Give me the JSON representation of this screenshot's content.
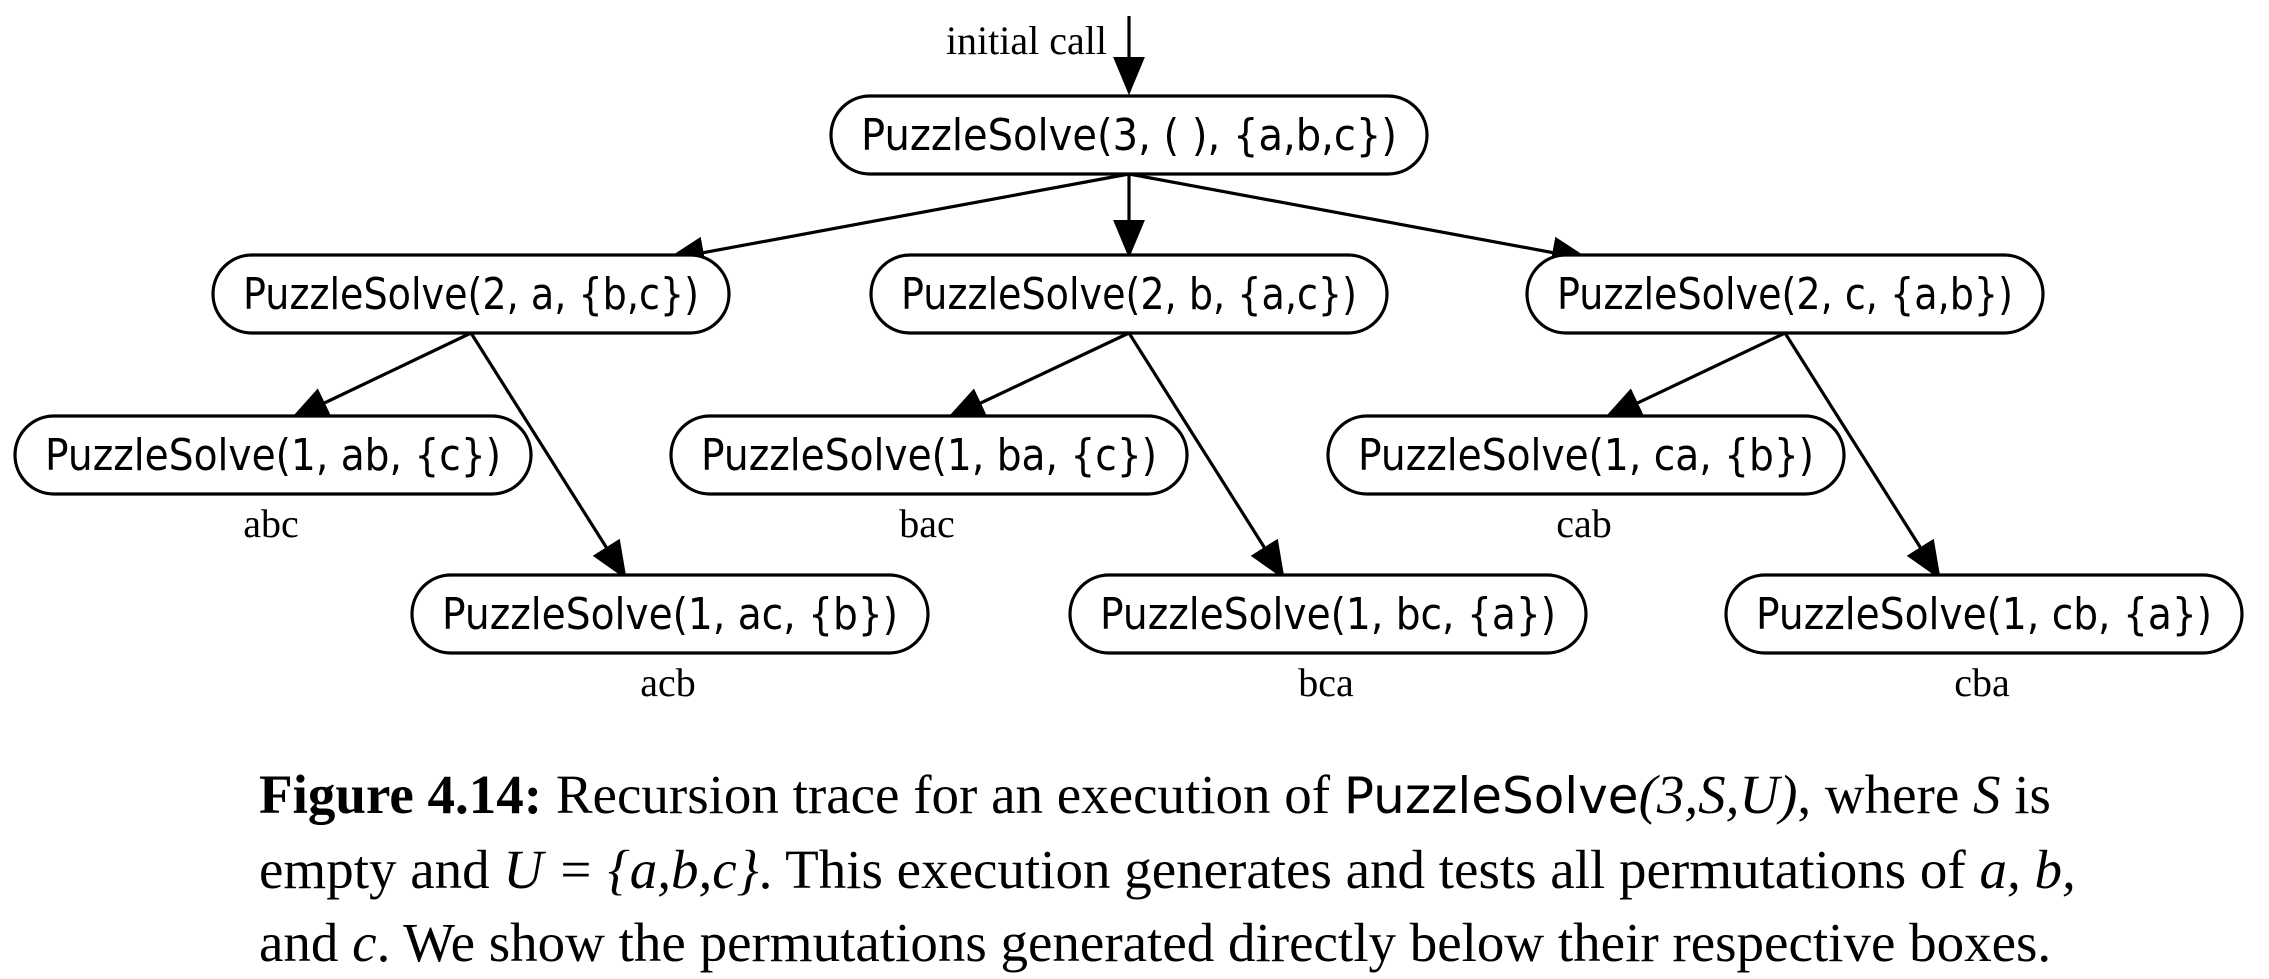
{
  "diagram": {
    "initial_call_label": "initial call",
    "nodes": [
      {
        "id": "root",
        "label": "PuzzleSolve(3, ( ), {a,b,c})",
        "permutation": ""
      },
      {
        "id": "a",
        "label": "PuzzleSolve(2, a, {b,c})",
        "permutation": ""
      },
      {
        "id": "b",
        "label": "PuzzleSolve(2, b, {a,c})",
        "permutation": ""
      },
      {
        "id": "c",
        "label": "PuzzleSolve(2, c, {a,b})",
        "permutation": ""
      },
      {
        "id": "ab",
        "label": "PuzzleSolve(1, ab, {c})",
        "permutation": "abc"
      },
      {
        "id": "ac",
        "label": "PuzzleSolve(1, ac, {b})",
        "permutation": "acb"
      },
      {
        "id": "ba",
        "label": "PuzzleSolve(1, ba, {c})",
        "permutation": "bac"
      },
      {
        "id": "bc",
        "label": "PuzzleSolve(1, bc, {a})",
        "permutation": "bca"
      },
      {
        "id": "ca",
        "label": "PuzzleSolve(1, ca, {b})",
        "permutation": "cab"
      },
      {
        "id": "cb",
        "label": "PuzzleSolve(1, cb, {a})",
        "permutation": "cba"
      }
    ],
    "edges": [
      {
        "from": "root",
        "to": "a"
      },
      {
        "from": "root",
        "to": "b"
      },
      {
        "from": "root",
        "to": "c"
      },
      {
        "from": "a",
        "to": "ab"
      },
      {
        "from": "a",
        "to": "ac"
      },
      {
        "from": "b",
        "to": "ba"
      },
      {
        "from": "b",
        "to": "bc"
      },
      {
        "from": "c",
        "to": "ca"
      },
      {
        "from": "c",
        "to": "cb"
      }
    ]
  },
  "caption": {
    "label": "Figure 4.14:",
    "line1_a": "Recursion trace for an execution of",
    "line1_func": "PuzzleSolve",
    "line1_args": "(3,S,U)",
    "line1_b": ", where",
    "line1_S": "S",
    "line1_c": "is",
    "line2_a": "empty and",
    "line2_math": "U = {a,b,c}",
    "line2_b": ". This execution generates and tests all permutations of",
    "line2_vars": "a, b,",
    "line3_a": "and",
    "line3_var": "c",
    "line3_b": ". We show the permutations generated directly below their respective boxes."
  }
}
